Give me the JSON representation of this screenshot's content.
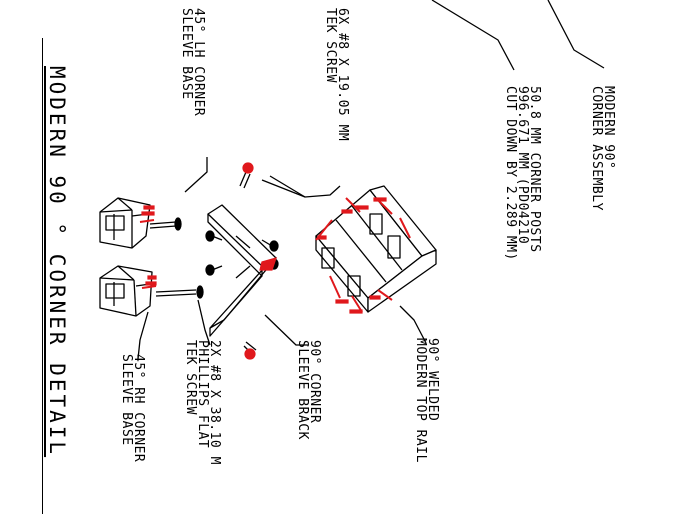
{
  "title": "MODERN 90 ° CORNER DETAIL",
  "labels": {
    "lh_base": [
      "45° LH CORNER",
      "SLEEVE BASE"
    ],
    "tek_screw_6x": [
      "6X #8 X 19.05 MM",
      "TEK SCREW"
    ],
    "posts": [
      "50.8 MM CORNER POSTS",
      "996.671 MM (PD04210",
      "CUT DOWN BY 2.289 MM)"
    ],
    "corner_assembly": [
      "MODERN 90°",
      "CORNER ASSEMBLY"
    ],
    "rh_base": [
      "45° RH CORNER",
      "SLEEVE BASE"
    ],
    "flat_screw_2x": [
      "2X #8 X 38.10 M",
      "PHILLIPS FLAT",
      "TEK SCREW"
    ],
    "bracket": [
      "90° CORNER",
      "SLEEVE BRACK"
    ],
    "top_rail": [
      "90° WELDED",
      "MODERN TOP RAIL"
    ]
  },
  "colors": {
    "line": "#000000",
    "accent": "#e0181c",
    "background": "#ffffff"
  }
}
